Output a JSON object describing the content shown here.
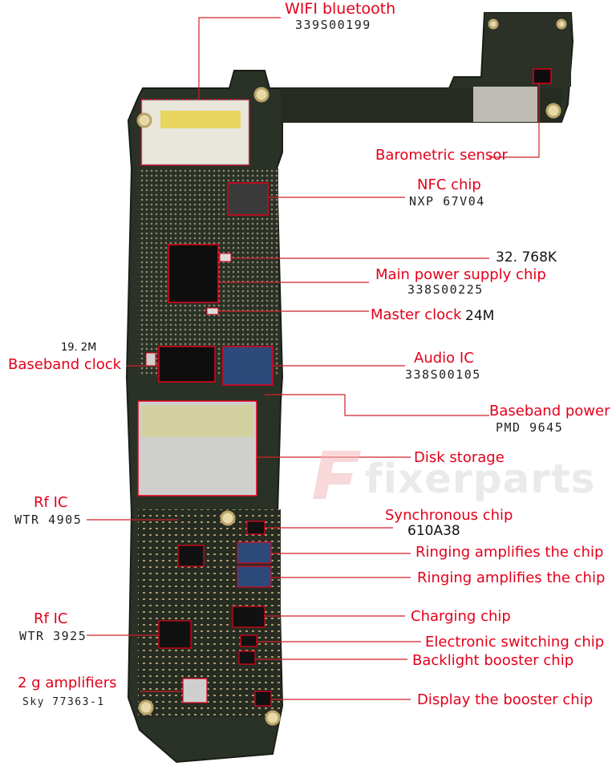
{
  "watermark": {
    "brand": "fixerparts"
  },
  "labels": {
    "wifi": {
      "name": "WIFI bluetooth",
      "code": "339S00199"
    },
    "barometric": {
      "name": "Barometric sensor"
    },
    "nfc": {
      "name": "NFC chip",
      "code": "NXP 67V04"
    },
    "clock32": {
      "value": "32. 768K"
    },
    "main_power": {
      "name": "Main power supply chip",
      "code": "338S00225"
    },
    "master_clock": {
      "name": "Master clock",
      "value": "24M"
    },
    "baseband_clock": {
      "name": "Baseband clock",
      "value": "19. 2M"
    },
    "audio": {
      "name": "Audio IC",
      "code": "338S00105"
    },
    "baseband_power": {
      "name": "Baseband power",
      "code": "PMD 9645"
    },
    "disk": {
      "name": "Disk storage"
    },
    "rf1": {
      "name": "Rf IC",
      "code": "WTR 4905"
    },
    "sync": {
      "name": "Synchronous chip",
      "code": "610A38"
    },
    "ring1": {
      "name": "Ringing amplifies the chip"
    },
    "ring2": {
      "name": "Ringing amplifies the chip"
    },
    "charging": {
      "name": "Charging chip"
    },
    "rf2": {
      "name": "Rf IC",
      "code": "WTR 3925"
    },
    "switching": {
      "name": "Electronic switching chip"
    },
    "backlight": {
      "name": "Backlight booster chip"
    },
    "amp2g": {
      "name": "2 g amplifiers",
      "code": "Sky 77363-1"
    },
    "display": {
      "name": "Display the booster chip"
    }
  },
  "colors": {
    "label_red": "#e3001b",
    "board": "#23291f",
    "line": "#d0202a"
  }
}
